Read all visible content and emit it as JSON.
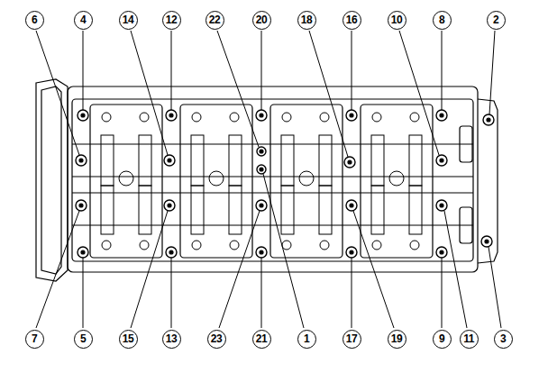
{
  "diagram": {
    "labels": [
      "6",
      "4",
      "14",
      "12",
      "22",
      "20",
      "18",
      "16",
      "10",
      "8",
      "2",
      "7",
      "5",
      "15",
      "13",
      "23",
      "21",
      "1",
      "17",
      "19",
      "9",
      "11",
      "3"
    ]
  }
}
